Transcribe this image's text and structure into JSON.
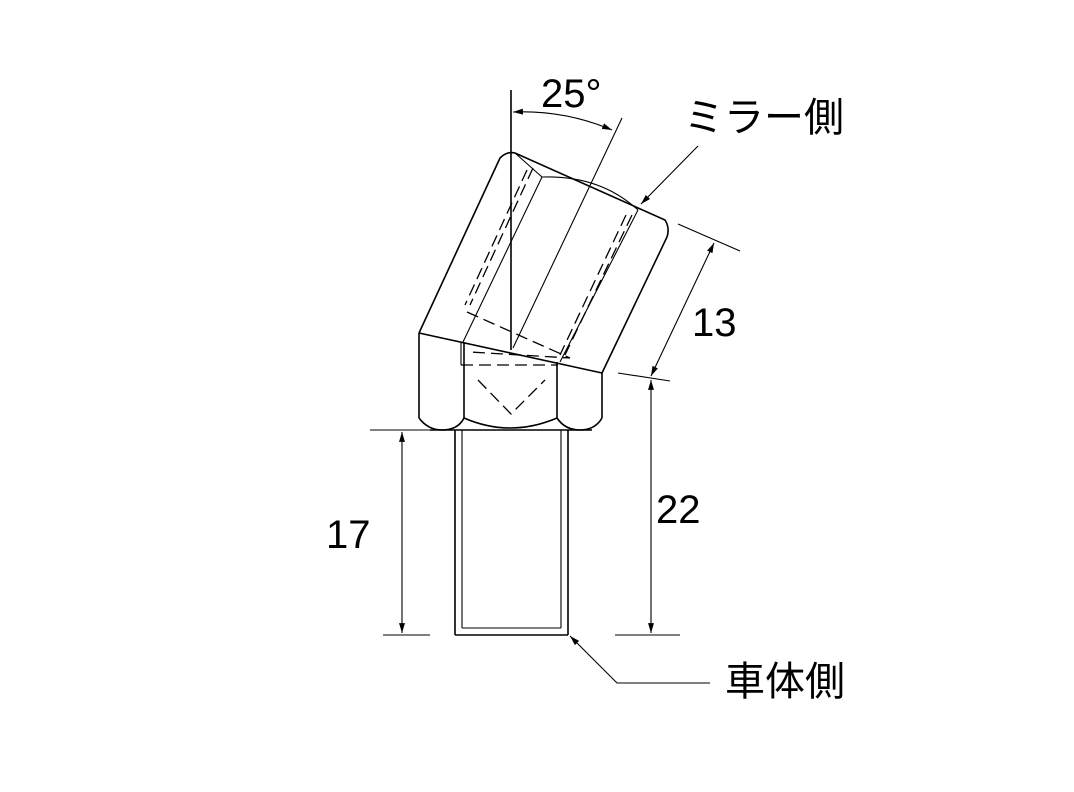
{
  "dimensions": {
    "angle": "25°",
    "upper_length": "13",
    "total_height": "22",
    "thread_length": "17"
  },
  "labels": {
    "mirror_side": "ミラー側",
    "body_side": "車体側"
  }
}
